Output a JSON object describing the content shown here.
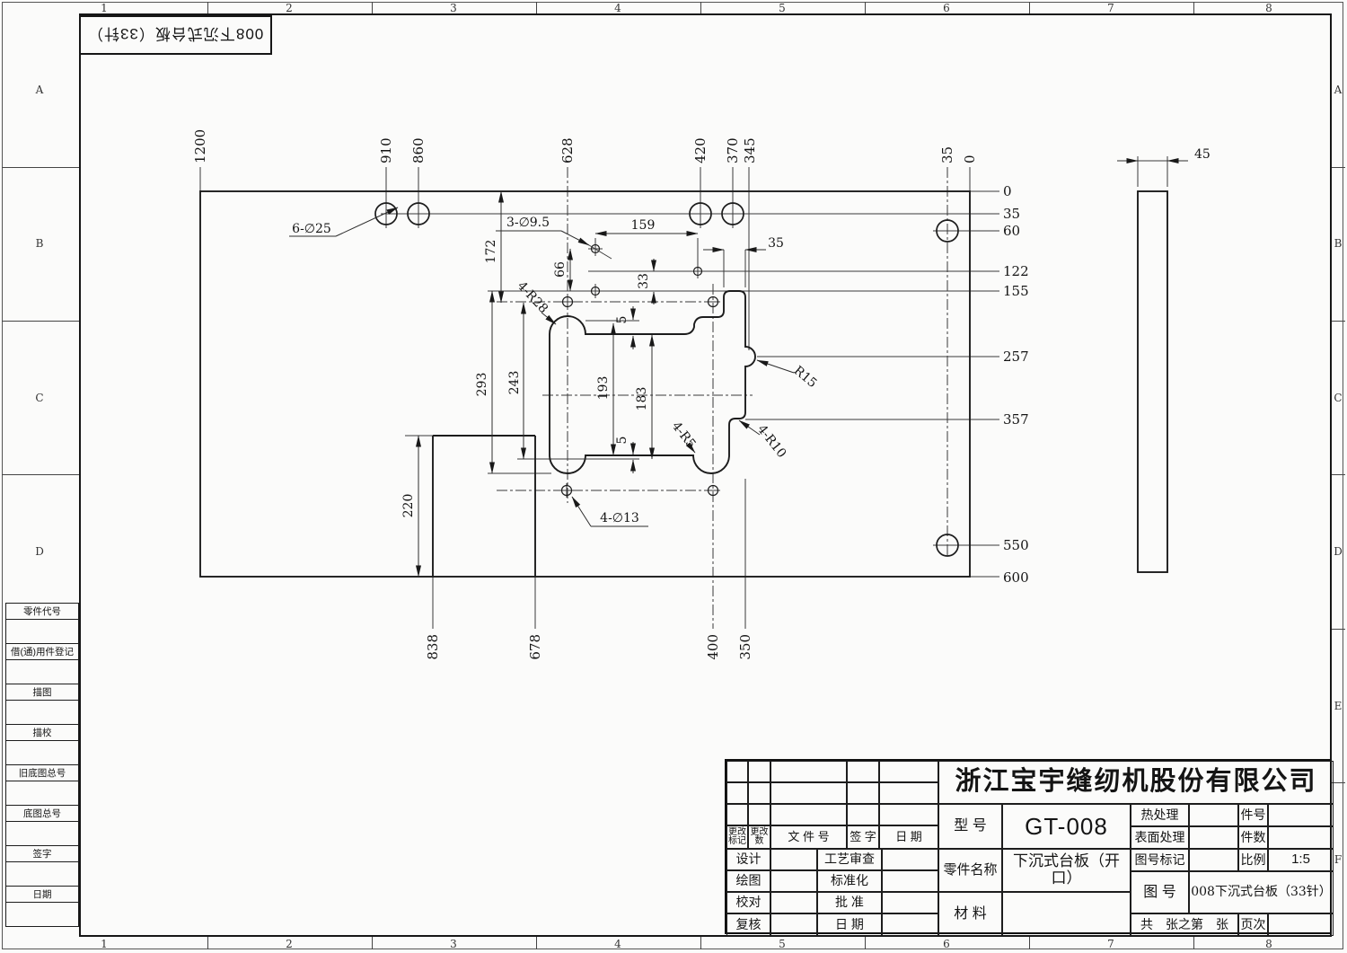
{
  "stamp": "008下沉式台板（33针）",
  "zones": {
    "cols": [
      "1",
      "2",
      "3",
      "4",
      "5",
      "6",
      "7",
      "8"
    ],
    "rows_left": [
      "A",
      "B",
      "C",
      "D"
    ],
    "rows_right": [
      "A",
      "B",
      "C",
      "D",
      "E",
      "F"
    ]
  },
  "margin_labels": [
    "零件代号",
    "借(通)用件登记",
    "描图",
    "描校",
    "旧底图总号",
    "底图总号",
    "签字",
    "日期"
  ],
  "title_block": {
    "company": "浙江宝宇缝纫机股份有限公司",
    "model_label": "型 号",
    "model": "GT-008",
    "part_label": "零件名称",
    "part_name": "下沉式台板（开口）",
    "material_label": "材 料",
    "material": "",
    "heat_label": "热处理",
    "surface_label": "表面处理",
    "mark_label": "图号标记",
    "item_no_label": "件号",
    "item_qty_label": "件数",
    "scale_label": "比例",
    "scale": "1:5",
    "drawing_no_label": "图 号",
    "drawing_no": "008下沉式台板（33针）",
    "sheets_label": "共　张之第　张",
    "page_label": "页次",
    "rev_headers": [
      "更改标记",
      "更改数",
      "文 件 号",
      "签 字",
      "日 期"
    ],
    "sign_labels": [
      "设计",
      "绘图",
      "校对",
      "复核"
    ],
    "approve_labels": [
      "工艺审查",
      "标准化",
      "批  准",
      "日  期"
    ]
  },
  "dims": {
    "top": [
      "1200",
      "910",
      "860",
      "628",
      "420",
      "370",
      "345",
      "35",
      "0"
    ],
    "right": [
      "0",
      "35",
      "60",
      "122",
      "155",
      "257",
      "357",
      "550",
      "600"
    ],
    "bottom": [
      "838",
      "678",
      "400",
      "350"
    ],
    "v172": "172",
    "v293": "293",
    "v243": "243",
    "v220": "220",
    "v66": "66",
    "v33": "33",
    "v159": "159",
    "v35": "35",
    "v193": "193",
    "v183": "183",
    "v5a": "5",
    "v5b": "5",
    "v45": "45",
    "c25": "6-∅25",
    "c95": "3-∅9.5",
    "c13": "4-∅13",
    "r28": "4-R28",
    "r5": "4-R5",
    "r10": "4-R10",
    "r15": "R15"
  }
}
